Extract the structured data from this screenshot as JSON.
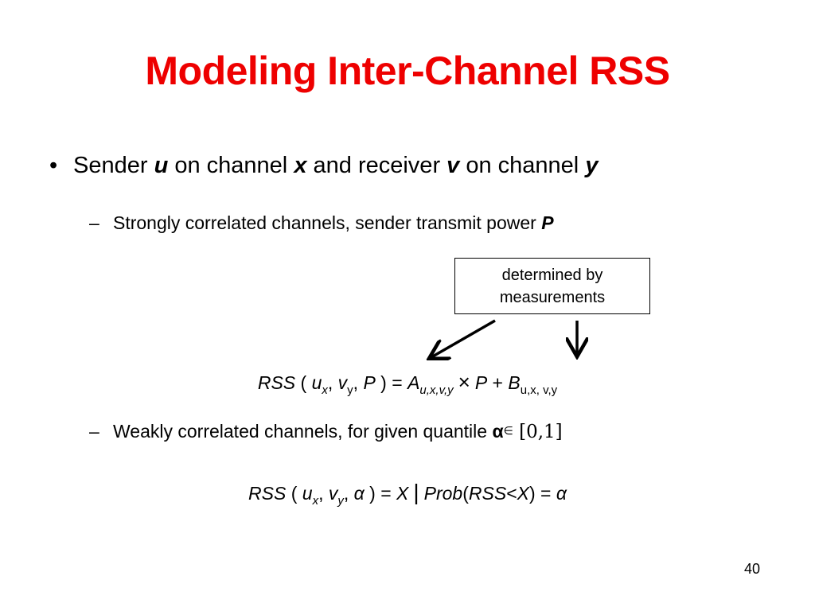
{
  "slide": {
    "title": "Modeling Inter-Channel RSS",
    "title_color": "#ee0000",
    "bullet": {
      "symbol": "•",
      "t1": "Sender ",
      "v1": "u",
      "t2": " on channel ",
      "v2": "x",
      "t3": " and receiver ",
      "v3": "v",
      "t4": " on channel ",
      "v4": "y"
    },
    "sub1": {
      "dash": "–",
      "text": "Strongly correlated channels, sender transmit power ",
      "var": "P"
    },
    "callout": {
      "line1": "determined by",
      "line2": "measurements"
    },
    "formula1": {
      "rss": "RSS",
      "open": " ( ",
      "u": "u",
      "u_sub": "x",
      "comma1": ", ",
      "v": "v",
      "v_sub": "y",
      "comma2": ", ",
      "p": "P",
      "close_eq": " ) = ",
      "a": "A",
      "a_sub": "u,x,v,y",
      "times": "×",
      "p2": "P",
      "plus": " + ",
      "b": "B",
      "b_sub": "u,x, v,y"
    },
    "sub2": {
      "dash": "–",
      "text": "Weakly correlated channels, for given quantile ",
      "alpha": "α",
      "elem": "∈",
      "range": " [0,1]"
    },
    "formula2": {
      "rss": "RSS",
      "open": " ( ",
      "u": "u",
      "u_sub": "x",
      "comma1": ", ",
      "v": "v",
      "v_sub": "y",
      "comma2": ", ",
      "alpha": "α",
      "close_eq": " ) = ",
      "x": "X",
      "bar": "|",
      "prob": "Prob",
      "paren_open": "(",
      "rss2": "RSS",
      "lt": "<",
      "x2": "X",
      "paren_close_eq": ") = ",
      "alpha2": "α"
    },
    "page_number": "40"
  }
}
